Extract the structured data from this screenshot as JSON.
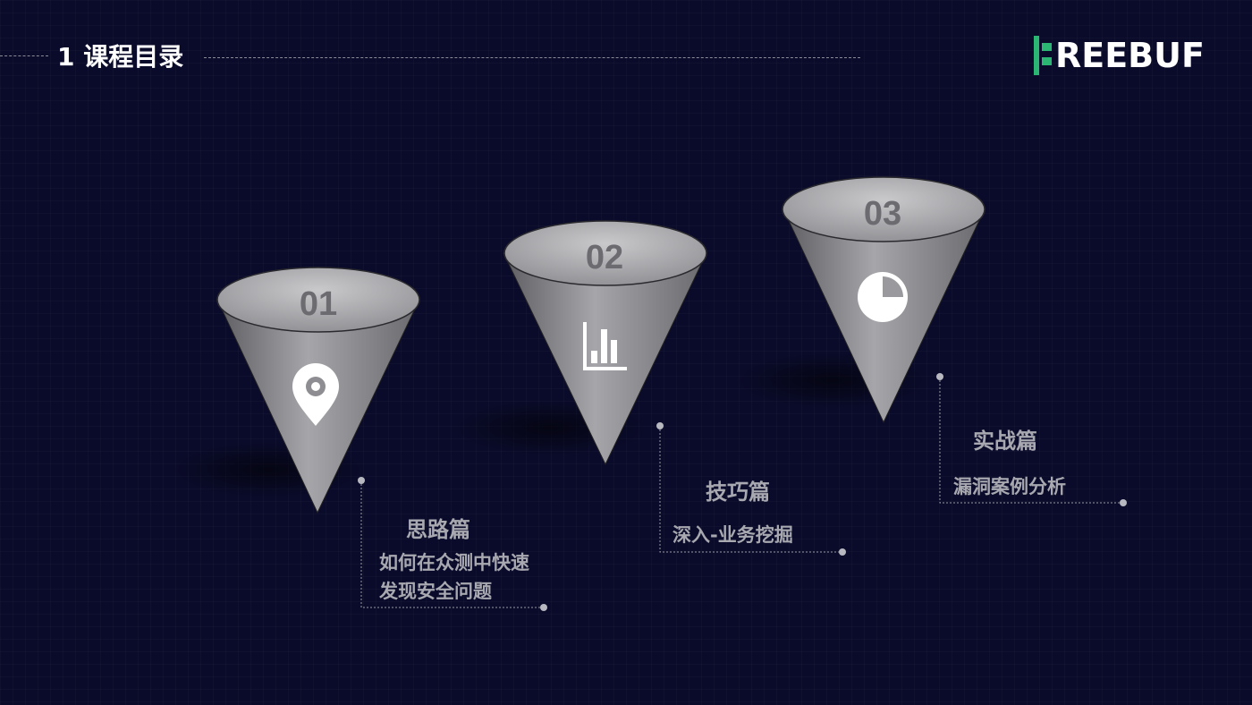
{
  "header": {
    "section_title": "1 课程目录"
  },
  "logo": {
    "text": "REEBUF",
    "icon": "freebuf-f-logo-icon",
    "accent_color": "#2bb673"
  },
  "items": [
    {
      "number": "01",
      "icon": "location-pin-icon",
      "title": "思路篇",
      "desc_line1": "如何在众测中快速",
      "desc_line2": "发现安全问题"
    },
    {
      "number": "02",
      "icon": "bar-chart-icon",
      "title": "技巧篇",
      "desc_line1": "深入-业务挖掘"
    },
    {
      "number": "03",
      "icon": "pie-chart-icon",
      "title": "实战篇",
      "desc_line1": "漏洞案例分析"
    }
  ]
}
